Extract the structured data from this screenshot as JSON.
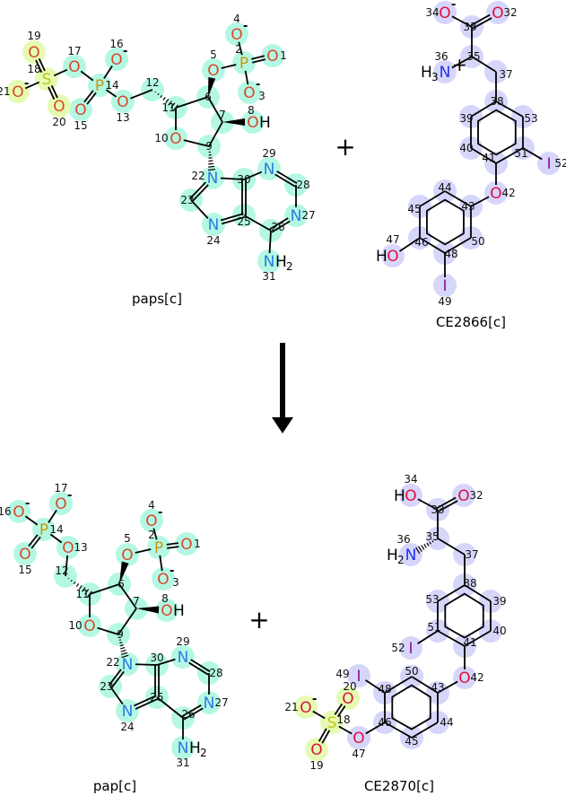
{
  "colors": {
    "highlight_adenosine": "#b4f8e4",
    "highlight_sulfate": "#e6fbb2",
    "highlight_thyronine": "#d6d6fb",
    "bond": "#000000",
    "O_paps": "#d9482a",
    "N_paps": "#2a7be4",
    "P": "#c8960a",
    "S": "#c4c414",
    "O_ce": "#e0103c",
    "N_ce": "#2030f0",
    "I": "#8a10a0"
  },
  "reaction": {
    "plus_sign": "+"
  },
  "molecules": [
    {
      "key": "paps",
      "name": "paps[c]",
      "scheme": "paps",
      "atoms": [
        {
          "id": 1,
          "el": "O"
        },
        {
          "id": 2,
          "el": "P"
        },
        {
          "id": 3,
          "el": "O",
          "charge": "-"
        },
        {
          "id": 4,
          "el": "O",
          "charge": "-"
        },
        {
          "id": 5,
          "el": "O"
        },
        {
          "id": 6,
          "el": ""
        },
        {
          "id": 7,
          "el": ""
        },
        {
          "id": 8,
          "el": "O",
          "h": "H",
          "hside": "r"
        },
        {
          "id": 9,
          "el": ""
        },
        {
          "id": 10,
          "el": "O"
        },
        {
          "id": 11,
          "el": ""
        },
        {
          "id": 12,
          "el": ""
        },
        {
          "id": 13,
          "el": "O"
        },
        {
          "id": 14,
          "el": "P"
        },
        {
          "id": 15,
          "el": "O"
        },
        {
          "id": 16,
          "el": "O",
          "charge": "-"
        },
        {
          "id": 17,
          "el": "O"
        },
        {
          "id": 18,
          "el": "S",
          "group": "sulfate"
        },
        {
          "id": 19,
          "el": "O",
          "group": "sulfate"
        },
        {
          "id": 20,
          "el": "O",
          "group": "sulfate"
        },
        {
          "id": 21,
          "el": "O",
          "charge": "-",
          "group": "sulfate"
        },
        {
          "id": 22,
          "el": "N"
        },
        {
          "id": 23,
          "el": ""
        },
        {
          "id": 24,
          "el": "N"
        },
        {
          "id": 25,
          "el": ""
        },
        {
          "id": 26,
          "el": ""
        },
        {
          "id": 27,
          "el": "N"
        },
        {
          "id": 28,
          "el": ""
        },
        {
          "id": 29,
          "el": "N"
        },
        {
          "id": 30,
          "el": ""
        },
        {
          "id": 31,
          "el": "N",
          "h": "H",
          "hn": "2",
          "hside": "r"
        }
      ],
      "bonds": [
        [
          19,
          18,
          2
        ],
        [
          20,
          18,
          2
        ],
        [
          21,
          18,
          1
        ],
        [
          18,
          17,
          1
        ],
        [
          17,
          14,
          1
        ],
        [
          16,
          14,
          1
        ],
        [
          15,
          14,
          2
        ],
        [
          14,
          13,
          1
        ],
        [
          13,
          12,
          1
        ],
        [
          12,
          11,
          "hash"
        ],
        [
          11,
          6,
          1
        ],
        [
          11,
          10,
          1
        ],
        [
          10,
          9,
          1
        ],
        [
          9,
          7,
          1
        ],
        [
          7,
          6,
          1
        ],
        [
          6,
          5,
          "wedge"
        ],
        [
          5,
          2,
          1
        ],
        [
          2,
          4,
          1
        ],
        [
          2,
          1,
          2
        ],
        [
          2,
          3,
          1
        ],
        [
          7,
          8,
          "wedge"
        ],
        [
          9,
          22,
          "hash"
        ],
        [
          22,
          23,
          2
        ],
        [
          23,
          24,
          1
        ],
        [
          24,
          25,
          2
        ],
        [
          25,
          30,
          2
        ],
        [
          30,
          22,
          1
        ],
        [
          30,
          29,
          1
        ],
        [
          29,
          28,
          2
        ],
        [
          28,
          27,
          1
        ],
        [
          27,
          26,
          2
        ],
        [
          26,
          25,
          1
        ],
        [
          26,
          31,
          1
        ]
      ]
    },
    {
      "key": "ce2866",
      "name": "CE2866[c]",
      "scheme": "ce",
      "atoms": [
        {
          "id": 32,
          "el": "O"
        },
        {
          "id": 33,
          "el": ""
        },
        {
          "id": 34,
          "el": "O",
          "charge": "-"
        },
        {
          "id": 35,
          "el": ""
        },
        {
          "id": 36,
          "el": "N",
          "h": "H",
          "hn": "3",
          "hside": "l",
          "charge": "+"
        },
        {
          "id": 37,
          "el": ""
        },
        {
          "id": 38,
          "el": ""
        },
        {
          "id": 39,
          "el": ""
        },
        {
          "id": 40,
          "el": ""
        },
        {
          "id": 41,
          "el": ""
        },
        {
          "id": 42,
          "el": "O"
        },
        {
          "id": 43,
          "el": ""
        },
        {
          "id": 44,
          "el": ""
        },
        {
          "id": 45,
          "el": ""
        },
        {
          "id": 46,
          "el": ""
        },
        {
          "id": 47,
          "el": "O",
          "h": "H",
          "hside": "l"
        },
        {
          "id": 48,
          "el": ""
        },
        {
          "id": 49,
          "el": "I"
        },
        {
          "id": 50,
          "el": ""
        },
        {
          "id": 51,
          "el": ""
        },
        {
          "id": 52,
          "el": "I"
        },
        {
          "id": 53,
          "el": ""
        }
      ],
      "bonds": [
        [
          34,
          33,
          1
        ],
        [
          33,
          32,
          2
        ],
        [
          33,
          35,
          1
        ],
        [
          35,
          36,
          1
        ],
        [
          35,
          37,
          1
        ],
        [
          37,
          38,
          1
        ],
        [
          38,
          39,
          1
        ],
        [
          39,
          40,
          1
        ],
        [
          40,
          41,
          1
        ],
        [
          41,
          51,
          1
        ],
        [
          51,
          53,
          1
        ],
        [
          53,
          38,
          1
        ],
        [
          51,
          52,
          1
        ],
        [
          41,
          42,
          1
        ],
        [
          42,
          43,
          1
        ],
        [
          43,
          44,
          1
        ],
        [
          44,
          45,
          1
        ],
        [
          45,
          46,
          1
        ],
        [
          46,
          48,
          1
        ],
        [
          48,
          50,
          1
        ],
        [
          50,
          43,
          1
        ],
        [
          46,
          47,
          1
        ],
        [
          48,
          49,
          1
        ]
      ],
      "rings": [
        [
          38,
          39,
          40,
          41,
          51,
          53
        ],
        [
          43,
          44,
          45,
          46,
          48,
          50
        ]
      ]
    },
    {
      "key": "pap",
      "name": "pap[c]",
      "scheme": "paps",
      "atoms": [
        {
          "id": 1,
          "el": "O"
        },
        {
          "id": 2,
          "el": "P"
        },
        {
          "id": 3,
          "el": "O",
          "charge": "-"
        },
        {
          "id": 4,
          "el": "O",
          "charge": "-"
        },
        {
          "id": 5,
          "el": "O"
        },
        {
          "id": 6,
          "el": ""
        },
        {
          "id": 7,
          "el": ""
        },
        {
          "id": 8,
          "el": "O",
          "h": "H",
          "hside": "r"
        },
        {
          "id": 9,
          "el": ""
        },
        {
          "id": 10,
          "el": "O"
        },
        {
          "id": 11,
          "el": ""
        },
        {
          "id": 12,
          "el": ""
        },
        {
          "id": 13,
          "el": "O"
        },
        {
          "id": 14,
          "el": "P"
        },
        {
          "id": 15,
          "el": "O"
        },
        {
          "id": 16,
          "el": "O",
          "charge": "-"
        },
        {
          "id": 17,
          "el": "O",
          "charge": "-"
        },
        {
          "id": 22,
          "el": "N"
        },
        {
          "id": 23,
          "el": ""
        },
        {
          "id": 24,
          "el": "N"
        },
        {
          "id": 25,
          "el": ""
        },
        {
          "id": 26,
          "el": ""
        },
        {
          "id": 27,
          "el": "N"
        },
        {
          "id": 28,
          "el": ""
        },
        {
          "id": 29,
          "el": "N"
        },
        {
          "id": 30,
          "el": ""
        },
        {
          "id": 31,
          "el": "N",
          "h": "H",
          "hn": "2",
          "hside": "r"
        }
      ],
      "bonds": [
        [
          16,
          14,
          1
        ],
        [
          17,
          14,
          1
        ],
        [
          15,
          14,
          2
        ],
        [
          14,
          13,
          1
        ],
        [
          13,
          12,
          1
        ],
        [
          12,
          11,
          "hash"
        ],
        [
          11,
          6,
          1
        ],
        [
          11,
          10,
          1
        ],
        [
          10,
          9,
          1
        ],
        [
          9,
          7,
          1
        ],
        [
          7,
          6,
          1
        ],
        [
          6,
          5,
          "wedge"
        ],
        [
          5,
          2,
          1
        ],
        [
          2,
          4,
          1
        ],
        [
          2,
          1,
          2
        ],
        [
          2,
          3,
          1
        ],
        [
          7,
          8,
          "wedge"
        ],
        [
          9,
          22,
          "hash"
        ],
        [
          22,
          23,
          2
        ],
        [
          23,
          24,
          1
        ],
        [
          24,
          25,
          2
        ],
        [
          25,
          30,
          2
        ],
        [
          30,
          22,
          1
        ],
        [
          30,
          29,
          1
        ],
        [
          29,
          28,
          2
        ],
        [
          28,
          27,
          1
        ],
        [
          27,
          26,
          2
        ],
        [
          26,
          25,
          1
        ],
        [
          26,
          31,
          1
        ]
      ]
    },
    {
      "key": "ce2870",
      "name": "CE2870[c]",
      "scheme": "ce",
      "atoms": [
        {
          "id": 32,
          "el": "O"
        },
        {
          "id": 33,
          "el": ""
        },
        {
          "id": 34,
          "el": "O",
          "h": "H",
          "hside": "l"
        },
        {
          "id": 35,
          "el": ""
        },
        {
          "id": 36,
          "el": "N",
          "h": "H",
          "hn": "2",
          "hside": "l"
        },
        {
          "id": 37,
          "el": ""
        },
        {
          "id": 38,
          "el": ""
        },
        {
          "id": 39,
          "el": ""
        },
        {
          "id": 40,
          "el": ""
        },
        {
          "id": 41,
          "el": ""
        },
        {
          "id": 42,
          "el": "O"
        },
        {
          "id": 43,
          "el": ""
        },
        {
          "id": 44,
          "el": ""
        },
        {
          "id": 45,
          "el": ""
        },
        {
          "id": 46,
          "el": ""
        },
        {
          "id": 47,
          "el": "O"
        },
        {
          "id": 48,
          "el": ""
        },
        {
          "id": 49,
          "el": "I"
        },
        {
          "id": 50,
          "el": ""
        },
        {
          "id": 51,
          "el": ""
        },
        {
          "id": 52,
          "el": "I"
        },
        {
          "id": 53,
          "el": ""
        },
        {
          "id": 18,
          "el": "S",
          "group": "sulfate"
        },
        {
          "id": 19,
          "el": "O",
          "group": "sulfate"
        },
        {
          "id": 20,
          "el": "O",
          "group": "sulfate"
        },
        {
          "id": 21,
          "el": "O",
          "charge": "-",
          "group": "sulfate"
        }
      ],
      "bonds": [
        [
          34,
          33,
          1
        ],
        [
          33,
          32,
          2
        ],
        [
          33,
          35,
          1
        ],
        [
          35,
          36,
          "hash"
        ],
        [
          35,
          37,
          1
        ],
        [
          37,
          38,
          1
        ],
        [
          38,
          39,
          1
        ],
        [
          39,
          40,
          1
        ],
        [
          40,
          41,
          1
        ],
        [
          41,
          51,
          1
        ],
        [
          51,
          53,
          1
        ],
        [
          53,
          38,
          1
        ],
        [
          51,
          52,
          1
        ],
        [
          41,
          42,
          1
        ],
        [
          42,
          43,
          1
        ],
        [
          43,
          44,
          1
        ],
        [
          44,
          45,
          1
        ],
        [
          45,
          46,
          1
        ],
        [
          46,
          48,
          1
        ],
        [
          48,
          50,
          1
        ],
        [
          50,
          43,
          1
        ],
        [
          48,
          49,
          1
        ],
        [
          46,
          47,
          1
        ],
        [
          47,
          18,
          1
        ],
        [
          18,
          20,
          2
        ],
        [
          18,
          19,
          2
        ],
        [
          18,
          21,
          1
        ]
      ],
      "rings": [
        [
          38,
          39,
          40,
          41,
          51,
          53
        ],
        [
          43,
          44,
          45,
          46,
          48,
          50
        ]
      ]
    }
  ]
}
